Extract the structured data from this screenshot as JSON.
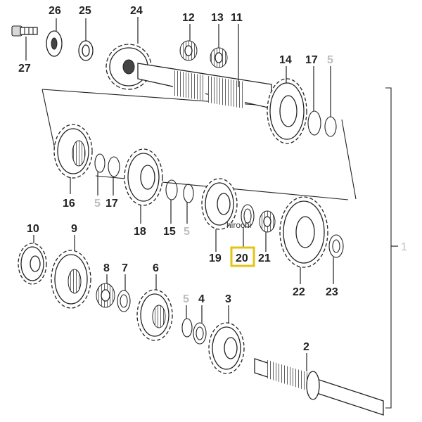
{
  "diagram": {
    "callouts": [
      {
        "id": "1",
        "text": "1",
        "muted": true
      },
      {
        "id": "2",
        "text": "2",
        "muted": false
      },
      {
        "id": "3",
        "text": "3",
        "muted": false
      },
      {
        "id": "4",
        "text": "4",
        "muted": false
      },
      {
        "id": "5a",
        "text": "5",
        "muted": true
      },
      {
        "id": "5b",
        "text": "5",
        "muted": true
      },
      {
        "id": "5c",
        "text": "5",
        "muted": true
      },
      {
        "id": "5d",
        "text": "5",
        "muted": true
      },
      {
        "id": "6",
        "text": "6",
        "muted": false
      },
      {
        "id": "7",
        "text": "7",
        "muted": false
      },
      {
        "id": "8",
        "text": "8",
        "muted": false
      },
      {
        "id": "9",
        "text": "9",
        "muted": false
      },
      {
        "id": "10",
        "text": "10",
        "muted": false
      },
      {
        "id": "11",
        "text": "11",
        "muted": false
      },
      {
        "id": "12",
        "text": "12",
        "muted": false
      },
      {
        "id": "13",
        "text": "13",
        "muted": false
      },
      {
        "id": "14",
        "text": "14",
        "muted": false
      },
      {
        "id": "15",
        "text": "15",
        "muted": false
      },
      {
        "id": "16",
        "text": "16",
        "muted": false
      },
      {
        "id": "17a",
        "text": "17",
        "muted": false
      },
      {
        "id": "17b",
        "text": "17",
        "muted": false
      },
      {
        "id": "18",
        "text": "18",
        "muted": false
      },
      {
        "id": "19",
        "text": "19",
        "muted": false
      },
      {
        "id": "20",
        "text": "20",
        "muted": false,
        "highlighted": true
      },
      {
        "id": "21",
        "text": "21",
        "muted": false
      },
      {
        "id": "22",
        "text": "22",
        "muted": false
      },
      {
        "id": "23",
        "text": "23",
        "muted": false
      },
      {
        "id": "24",
        "text": "24",
        "muted": false
      },
      {
        "id": "25",
        "text": "25",
        "muted": false
      },
      {
        "id": "26",
        "text": "26",
        "muted": false
      },
      {
        "id": "27",
        "text": "27",
        "muted": false
      }
    ],
    "highlight_color": "#e3c414",
    "watermark": "hirochi"
  }
}
